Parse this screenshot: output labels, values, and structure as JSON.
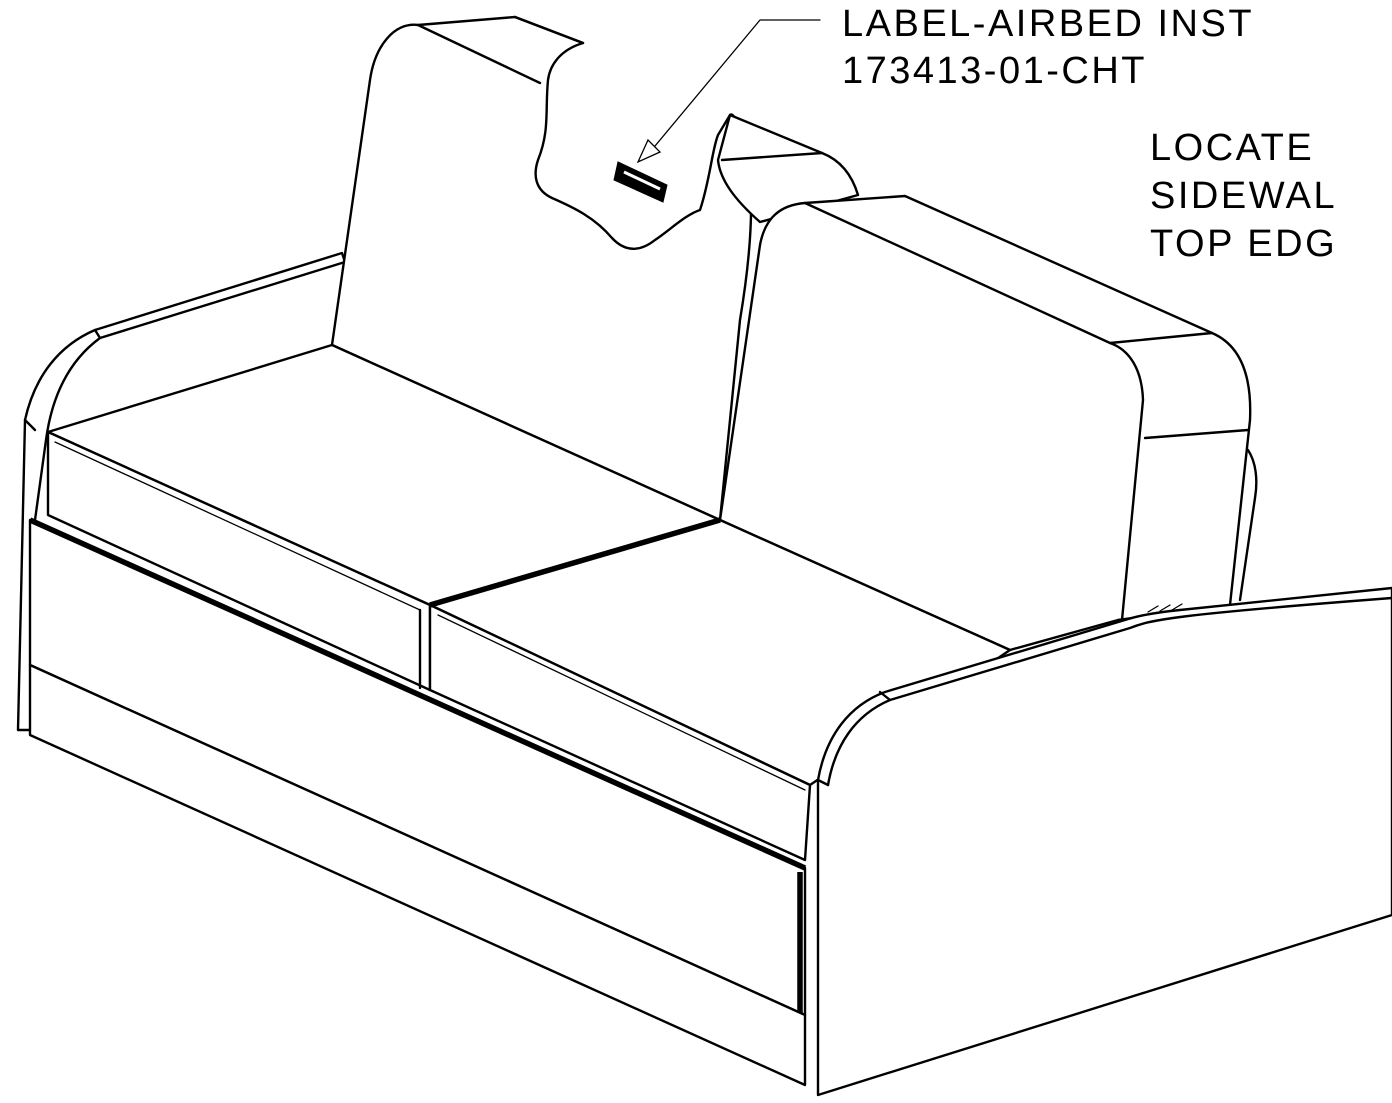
{
  "callout": {
    "part_label": "LABEL-AIRBED INST",
    "part_number": "173413-01-CHT"
  },
  "instruction": {
    "line1": "LOCATE",
    "line2": "SIDEWAL",
    "line3": "TOP EDG"
  },
  "colors": {
    "line": "#000000",
    "background": "#ffffff"
  },
  "icons": {
    "label": "airbed-instruction-label-icon",
    "leader": "leader-arrow-icon"
  }
}
